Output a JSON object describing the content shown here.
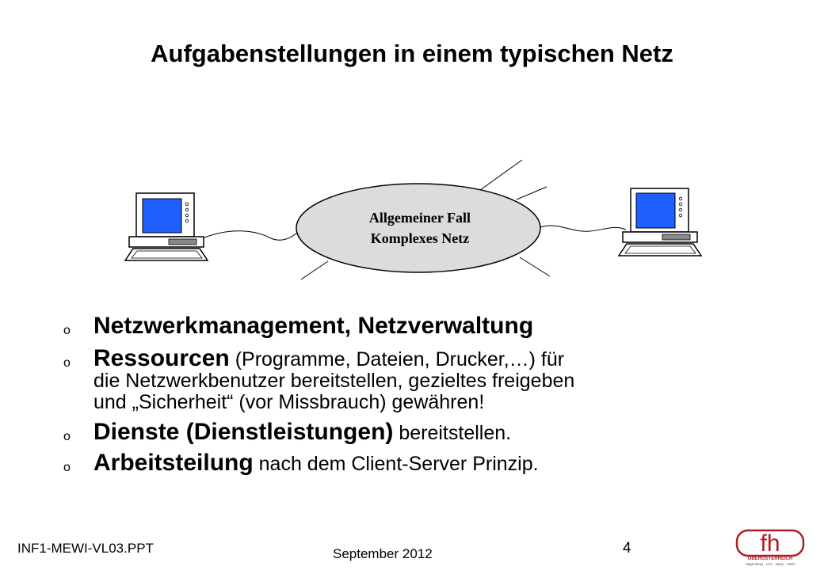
{
  "slide": {
    "title": "Aufgabenstellungen in einem typischen Netz"
  },
  "diagram": {
    "cloud_line1": "Allgemeiner Fall",
    "cloud_line2": "Komplexes Netz",
    "monitor_color": "#1f5fff"
  },
  "bullets": [
    {
      "marker": "o",
      "strong": "Netzwerkmanagement, Netzverwaltung",
      "rest": ""
    },
    {
      "marker": "o",
      "strong": "Ressourcen",
      "rest": " (Programme, Dateien, Drucker,…) für die Netzwerkbenutzer bereitstellen, gezieltes freigeben und „Sicherheit“ (vor Missbrauch) gewähren!"
    },
    {
      "marker": "o",
      "strong": "Dienste (Dienstleistungen)",
      "rest": " bereitstellen."
    },
    {
      "marker": "o",
      "strong": "Arbeitsteilung",
      "rest": " nach dem Client-Server Prinzip."
    }
  ],
  "footer": {
    "left": "INF1-MEWI-VL03.PPT",
    "center": "September 2012",
    "page": "4"
  },
  "logo": {
    "text": "fh",
    "sub": "OBERÖSTERREICH",
    "tagline": "Hagenberg · Linz · Steyr · Wels",
    "color": "#b01e24"
  }
}
